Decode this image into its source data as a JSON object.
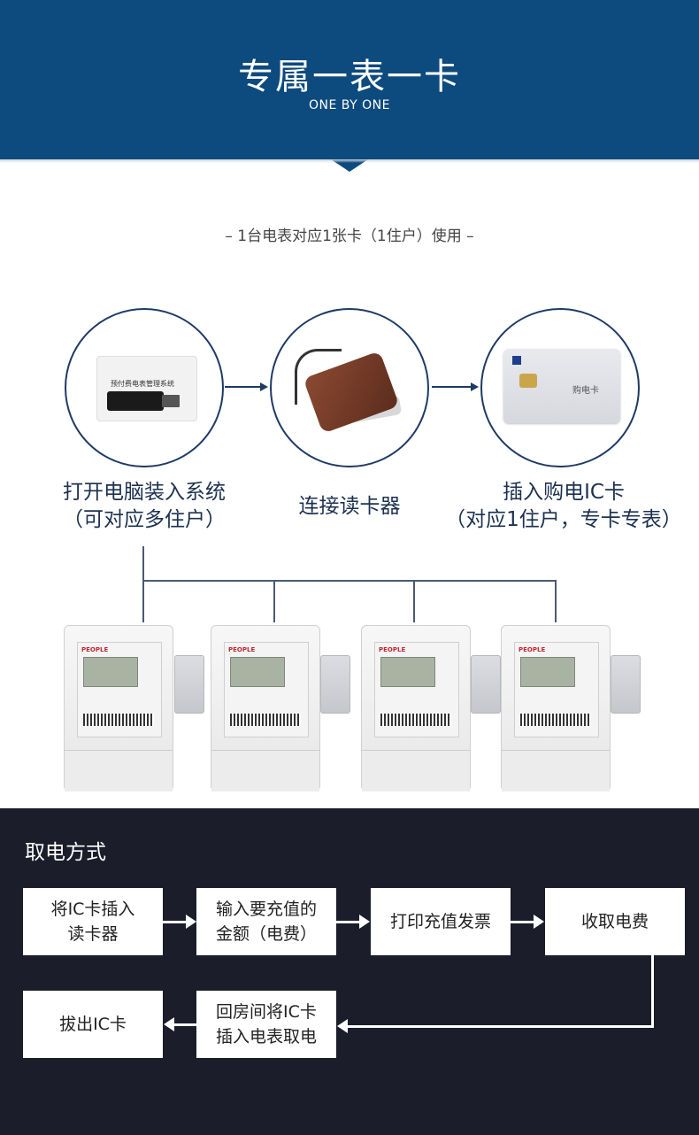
{
  "header": {
    "title": "专属一表一卡",
    "subtitle": "ONE BY ONE"
  },
  "tagline": "–  1台电表对应1张卡（1住户）使用  –",
  "steps": [
    {
      "line1": "打开电脑装入系统",
      "line2": "（可对应多住户）",
      "image_text": "预付费电表管理系统"
    },
    {
      "line1": "连接读卡器",
      "line2": ""
    },
    {
      "line1": "插入购电IC卡",
      "line2": "（对应1住户，专卡专表）",
      "image_text": "购电卡"
    }
  ],
  "meters": [
    {
      "brand": "PEOPLE"
    },
    {
      "brand": "PEOPLE"
    },
    {
      "brand": "PEOPLE"
    },
    {
      "brand": "PEOPLE"
    }
  ],
  "flow": {
    "title": "取电方式",
    "steps": [
      "将IC卡插入\n读卡器",
      "输入要充值的\n金额（电费）",
      "打印充值发票",
      "收取电费",
      "回房间将IC卡\n插入电表取电",
      "拔出IC卡"
    ]
  },
  "colors": {
    "header_bg": "#0d4a7d",
    "dark_bg": "#1c1d2b",
    "line": "#1e3a66"
  }
}
